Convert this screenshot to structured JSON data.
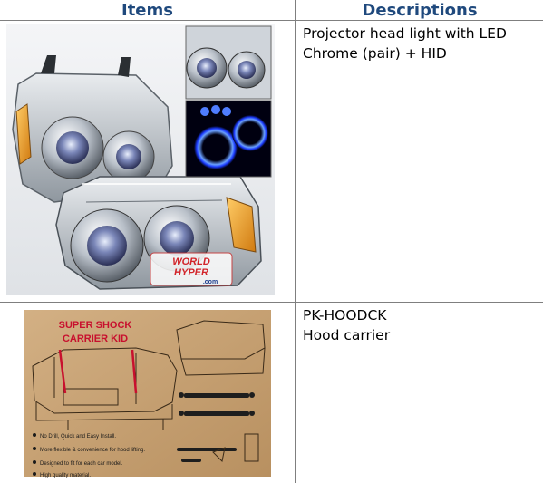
{
  "table": {
    "headers": {
      "items": "Items",
      "descriptions": "Descriptions"
    },
    "rows": [
      {
        "image_icon": "projector-headlight-photo",
        "watermark": {
          "line1": "WORLD",
          "line2": "HYPER",
          "line3": ".com"
        },
        "description": {
          "line1": "Projector head light with LED",
          "line2": "Chrome (pair) + HID"
        }
      },
      {
        "image_icon": "hood-carrier-box-photo",
        "box": {
          "title_line1": "SUPER SHOCK",
          "title_line2": "CARRIER KID",
          "bullets": [
            "No Drill, Quick and Easy Install.",
            "More flexible & convenience for hood lifting.",
            "Designed to fit for each car model.",
            "High quality material."
          ]
        },
        "description": {
          "line1": "PK-HOODCK",
          "line2": "Hood carrier"
        }
      }
    ]
  },
  "colors": {
    "header_text": "#1f497d",
    "border": "#7f7f7f",
    "box_cardboard": "#c9a57a",
    "box_title_red": "#c8102e"
  }
}
